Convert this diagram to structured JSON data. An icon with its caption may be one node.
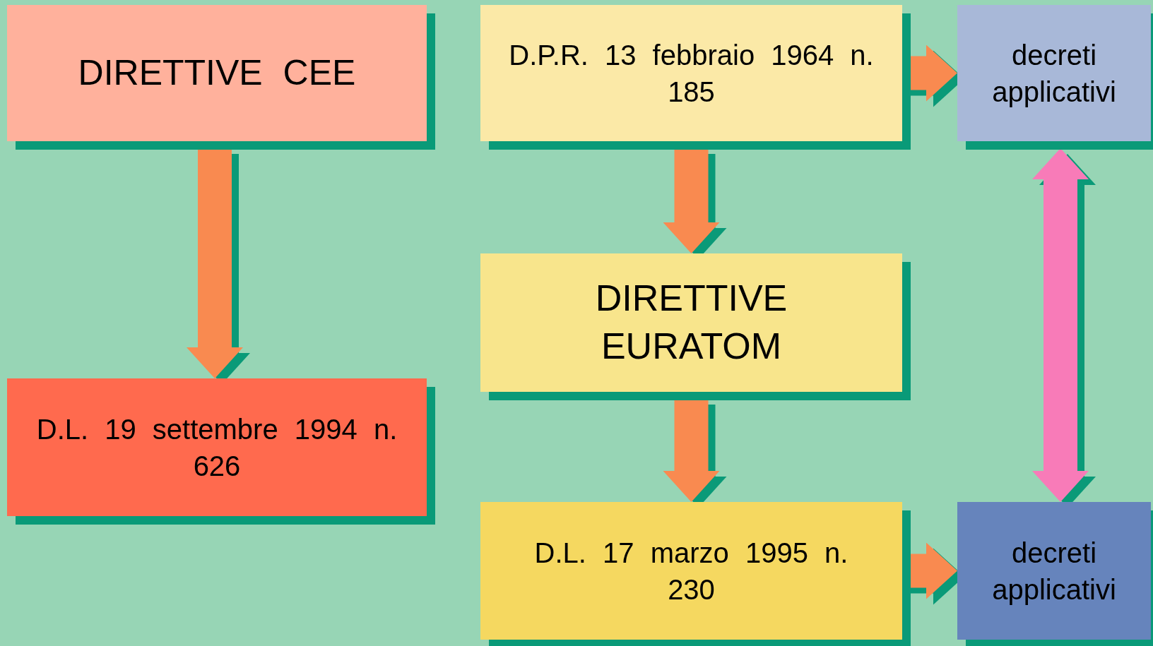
{
  "diagram": {
    "nodes": [
      {
        "text": [
          "DIRETTIVE CEE"
        ]
      },
      {
        "text": [
          "D.L. 19 settembre 1994 n. 626"
        ]
      },
      {
        "text": [
          "D.P.R. 13 febbraio 1964 n. 185"
        ]
      },
      {
        "text": [
          "decreti applicativi"
        ]
      },
      {
        "text": [
          "DIRETTIVE EURATOM"
        ]
      },
      {
        "text": [
          "D.L. 17 marzo 1995 n. 230"
        ]
      },
      {
        "text": [
          "decreti applicativi"
        ]
      }
    ],
    "edges": [
      {
        "from": 0,
        "to": 1,
        "arrow": "to"
      },
      {
        "from": 2,
        "to": 3,
        "arrow": "to"
      },
      {
        "from": 2,
        "to": 4,
        "arrow": "to"
      },
      {
        "from": 4,
        "to": 5,
        "arrow": "to"
      },
      {
        "from": 5,
        "to": 6,
        "arrow": "to"
      },
      {
        "from": 3,
        "to": 6,
        "arrow": "both",
        "color": "#f87bb8"
      }
    ]
  }
}
